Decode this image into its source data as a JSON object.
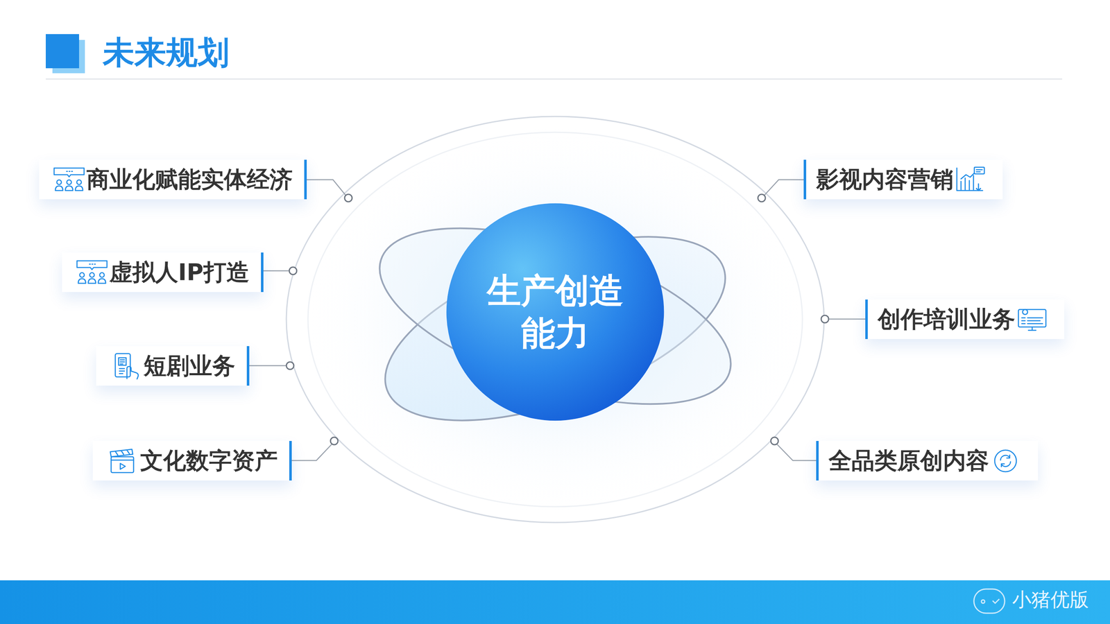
{
  "diagram": {
    "title": "未来规划",
    "nodes": [
      {
        "text": [
          "生产创造 能力"
        ]
      },
      {
        "text": [
          "商业化赋能实体经济"
        ]
      },
      {
        "text": [
          "虚拟人IP打造"
        ]
      },
      {
        "text": [
          "短剧业务"
        ]
      },
      {
        "text": [
          "文化数字资产"
        ]
      },
      {
        "text": [
          "影视内容营销"
        ]
      },
      {
        "text": [
          "创作培训业务"
        ]
      },
      {
        "text": [
          "全品类原创内容"
        ]
      }
    ],
    "labels": [
      "小猪优版"
    ]
  }
}
